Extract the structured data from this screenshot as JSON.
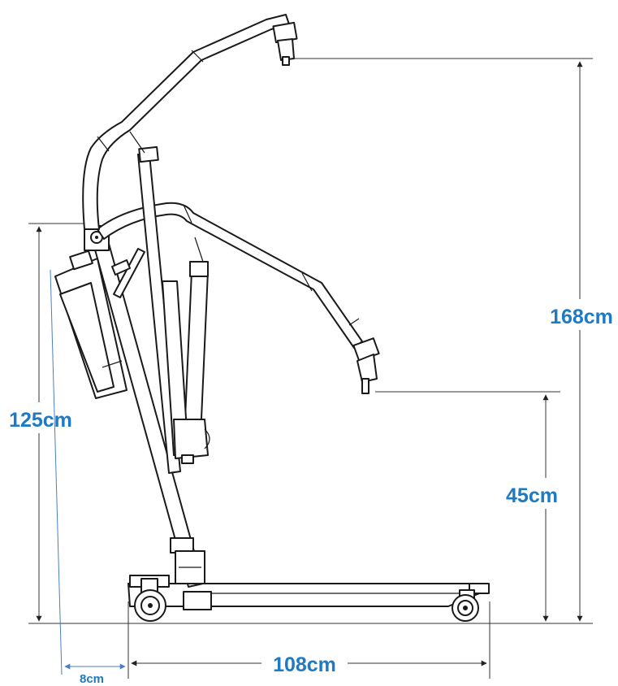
{
  "dimensions": {
    "max_height": "168cm",
    "min_height": "45cm",
    "mast_height": "125cm",
    "base_length": "108cm",
    "rear_offset": "8cm"
  },
  "colors": {
    "dimension_text": "#1f7ac4",
    "line_art": "#1a1a1a"
  }
}
